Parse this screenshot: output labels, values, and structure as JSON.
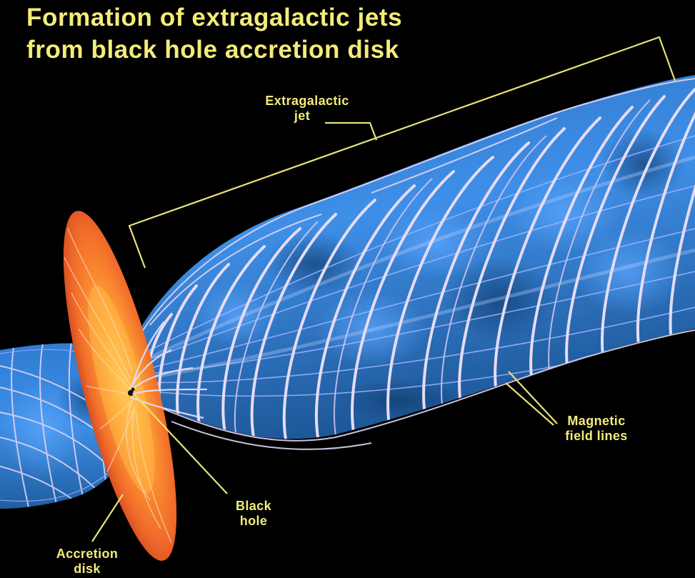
{
  "title": {
    "line1": "Formation of extragalactic jets",
    "line2": "from black hole accretion disk"
  },
  "labels": {
    "extragalactic_jet": {
      "line1": "Extragalactic",
      "line2": "jet"
    },
    "magnetic_field_lines": {
      "line1": "Magnetic",
      "line2": "field lines"
    },
    "black_hole": {
      "line1": "Black",
      "line2": "hole"
    },
    "accretion_disk": {
      "line1": "Accretion",
      "line2": "disk"
    }
  },
  "colors": {
    "background": "#000000",
    "text": "#f2ec7a",
    "leader_line": "#e8e27a",
    "jet_blue_light": "#3f8fe8",
    "jet_blue_dark": "#1d5a96",
    "field_line": "#e2d6f2",
    "field_line_blue": "#9fb0ff",
    "disk_outer": "#e8502a",
    "disk_inner": "#ffb640"
  }
}
